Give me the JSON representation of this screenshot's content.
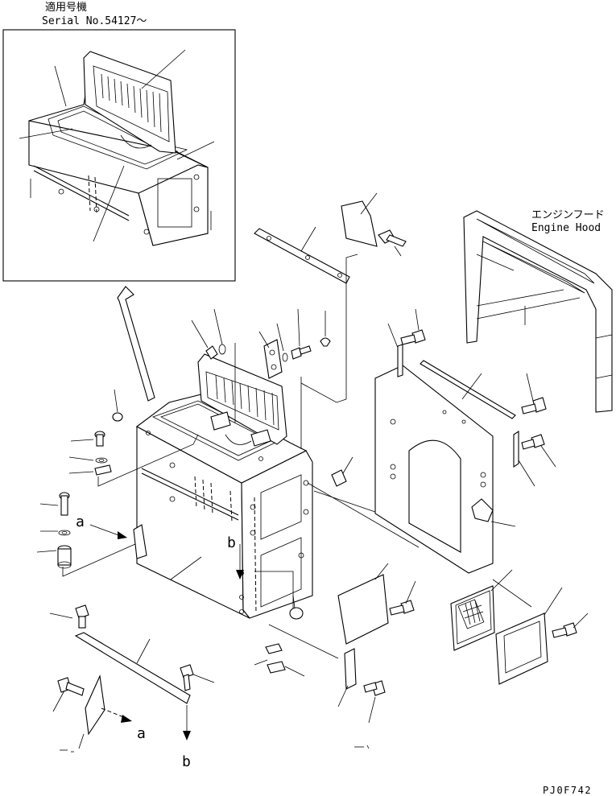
{
  "header": {
    "applicable_models": "適用号機",
    "serial": "Serial No.54127～"
  },
  "engine_hood": {
    "label_jp": "エンジンフード",
    "label_en": "Engine Hood"
  },
  "view_markers": {
    "a": "a",
    "b": "b"
  },
  "drawing_code": "PJ0F742"
}
